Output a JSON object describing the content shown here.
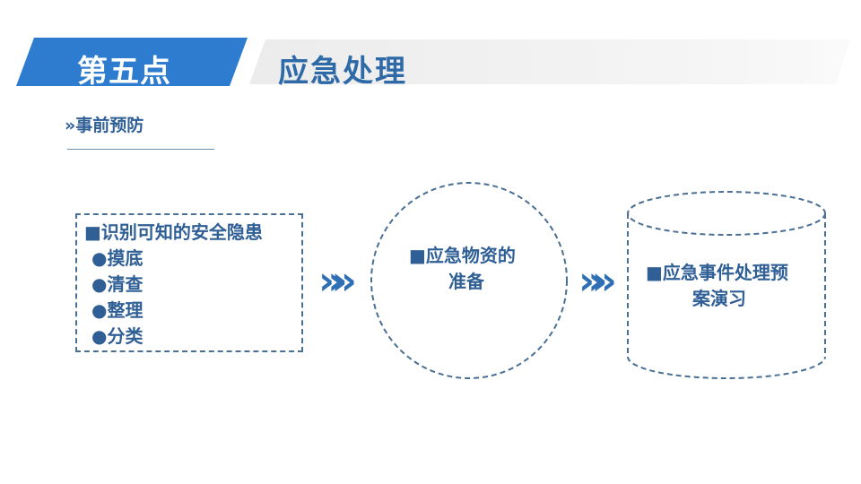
{
  "header": {
    "section": "第五点",
    "title": "应急处理"
  },
  "subtitle": "»事前预防",
  "box1": {
    "heading": "■识别可知的安全隐患",
    "items": [
      "●摸底",
      "●清查",
      "●整理",
      "●分类"
    ]
  },
  "circle": {
    "line1": "■应急物资的",
    "line2": "准备"
  },
  "cylinder": {
    "line1": "■应急事件处理预",
    "line2": "案演习"
  },
  "arrow": "»",
  "colors": {
    "accent": "#2d7ccf",
    "text": "#2f5f95"
  }
}
